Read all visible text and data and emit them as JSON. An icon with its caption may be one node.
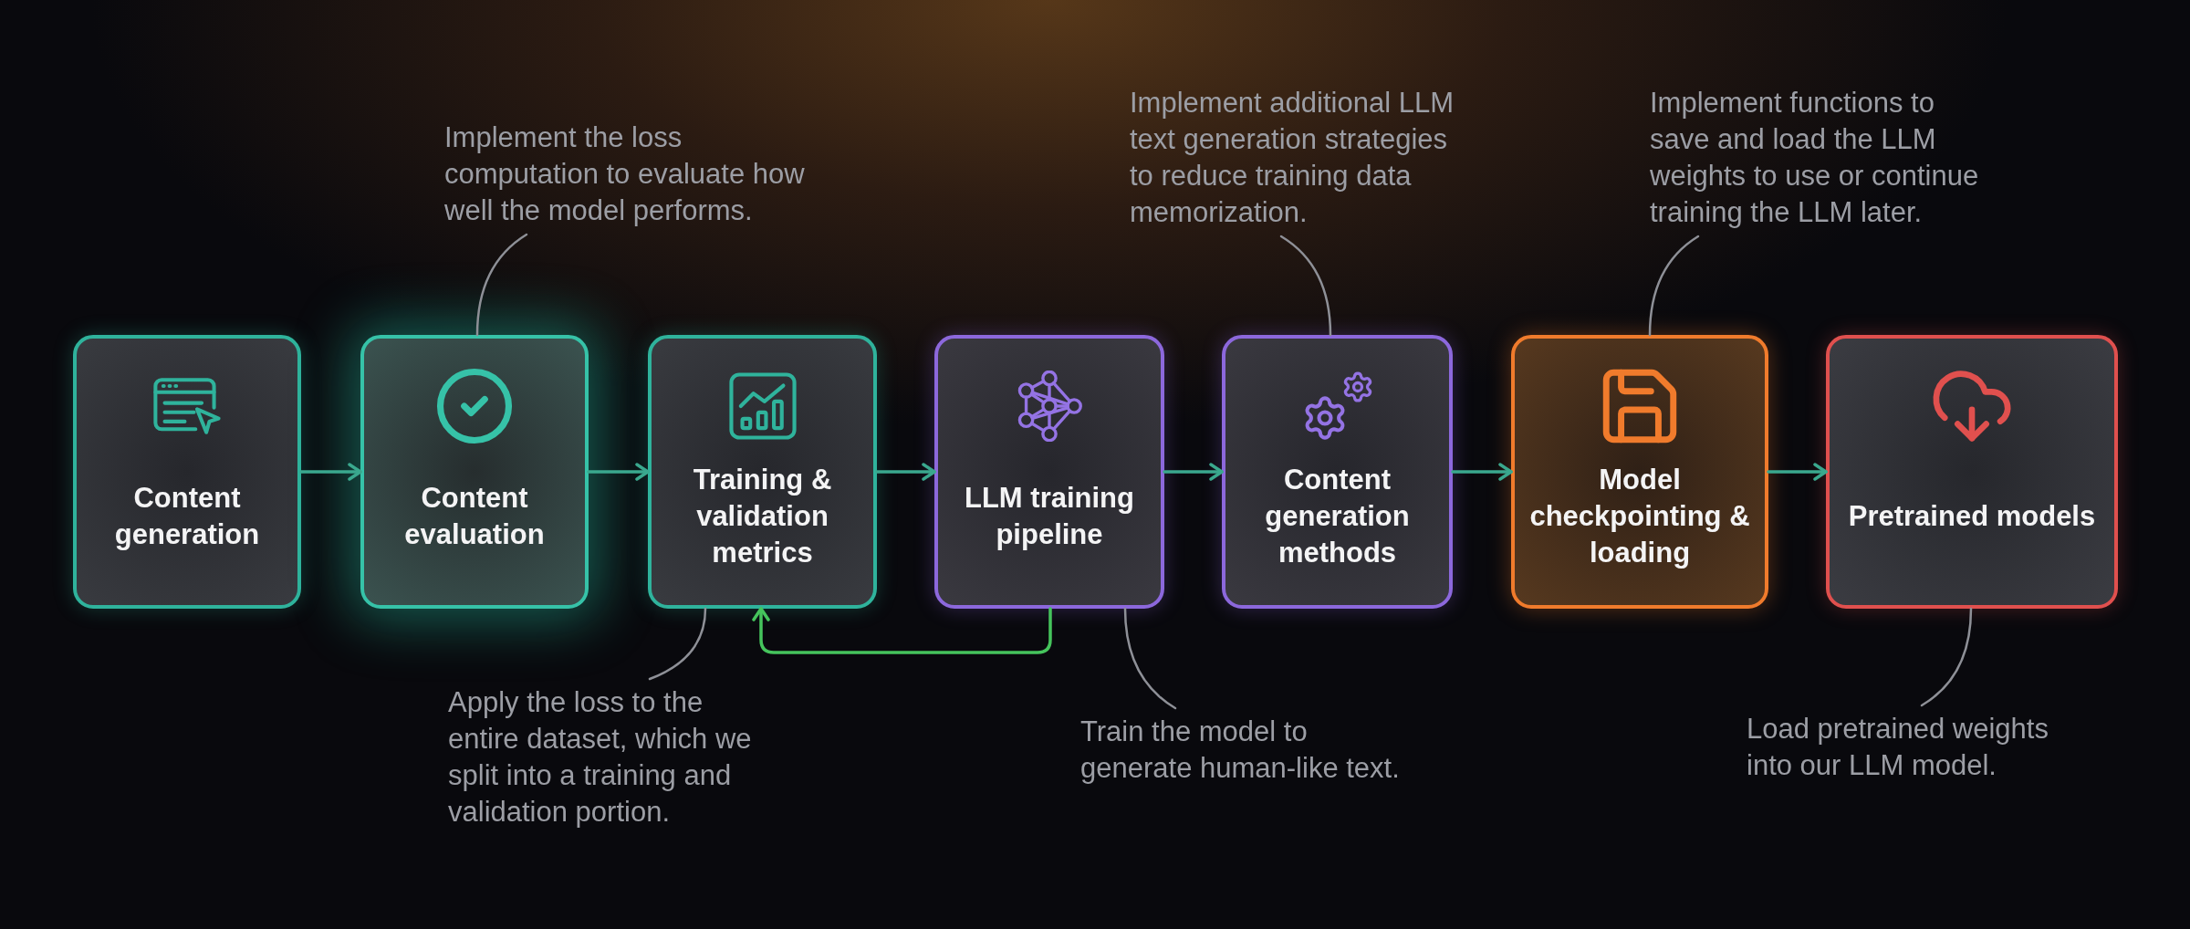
{
  "diagram": {
    "nodes": [
      {
        "text": [
          "Content generation"
        ]
      },
      {
        "text": [
          "Content evaluation"
        ]
      },
      {
        "text": [
          "Training & validation metrics"
        ]
      },
      {
        "text": [
          "LLM training pipeline"
        ]
      },
      {
        "text": [
          "Content generation methods"
        ]
      },
      {
        "text": [
          "Model checkpointing & loading"
        ]
      },
      {
        "text": [
          "Pretrained models"
        ]
      },
      {
        "text": [
          "Implement the loss computation to evaluate how well the model performs."
        ]
      },
      {
        "text": [
          "Apply the loss to the entire dataset, which we split into a training and validation portion."
        ]
      },
      {
        "text": [
          "Implement additional LLM text generation strategies to reduce training data memorization."
        ]
      },
      {
        "text": [
          "Train the model to generate human-like text."
        ]
      },
      {
        "text": [
          "Implement functions to save and load the LLM weights to use or continue training the LLM later."
        ]
      },
      {
        "text": [
          "Load pretrained weights into our LLM model."
        ]
      }
    ],
    "edges": [
      {
        "from": 0,
        "to": 1,
        "arrow": "to"
      },
      {
        "from": 1,
        "to": 2,
        "arrow": "to"
      },
      {
        "from": 2,
        "to": 3,
        "arrow": "to"
      },
      {
        "from": 3,
        "to": 4,
        "arrow": "to"
      },
      {
        "from": 4,
        "to": 5,
        "arrow": "to"
      },
      {
        "from": 5,
        "to": 6,
        "arrow": "to"
      },
      {
        "from": 3,
        "to": 2,
        "arrow": "to",
        "color": "#45c45c"
      },
      {
        "from": 7,
        "to": 1,
        "arrow": "none"
      },
      {
        "from": 8,
        "to": 2,
        "arrow": "none"
      },
      {
        "from": 9,
        "to": 4,
        "arrow": "none"
      },
      {
        "from": 10,
        "to": 3,
        "arrow": "none"
      },
      {
        "from": 11,
        "to": 5,
        "arrow": "none"
      },
      {
        "from": 12,
        "to": 6,
        "arrow": "none"
      }
    ]
  }
}
